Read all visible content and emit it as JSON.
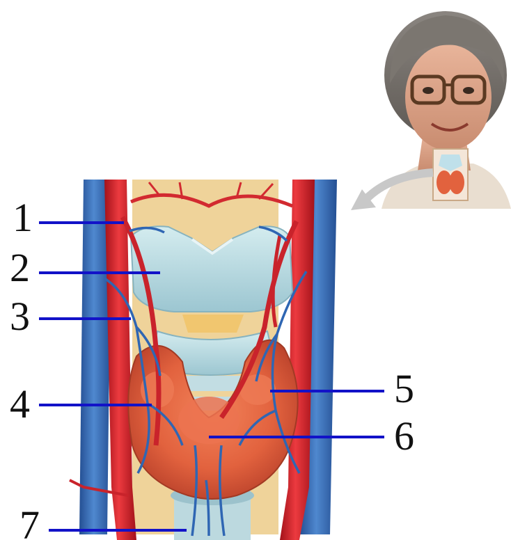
{
  "labels": [
    {
      "id": "1",
      "text": "1"
    },
    {
      "id": "2",
      "text": "2"
    },
    {
      "id": "3",
      "text": "3"
    },
    {
      "id": "4",
      "text": "4"
    },
    {
      "id": "5",
      "text": "5"
    },
    {
      "id": "6",
      "text": "6"
    },
    {
      "id": "7",
      "text": "7"
    }
  ],
  "colors": {
    "leader_line": "#1212c8",
    "label_text": "#111111",
    "artery": "#d81f26",
    "vein": "#2f66b3",
    "cartilage": "#b9dbe3",
    "thyroid": "#e2623e",
    "background": "#ffffff"
  }
}
